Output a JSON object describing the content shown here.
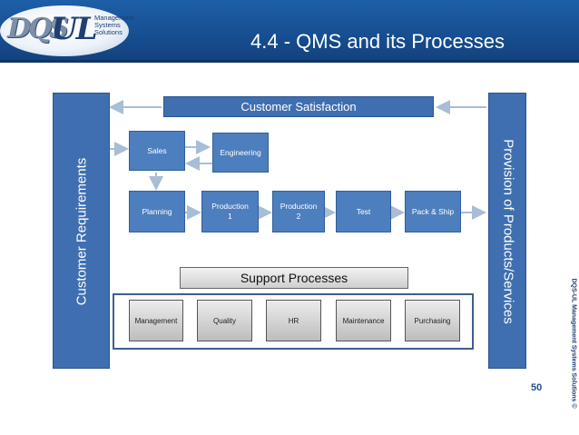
{
  "slide": {
    "title": "4.4 - QMS and its Processes",
    "page_number": "50",
    "copyright": "DQS-UL Management Systems Solutions ©"
  },
  "logo": {
    "mark_dqs": "DQS",
    "mark_ul": "UL",
    "tagline_lines": [
      "Management",
      "Systems",
      "Solutions"
    ]
  },
  "diagram": {
    "customer_requirements": "Customer Requirements",
    "customer_satisfaction": "Customer Satisfaction",
    "provision": "Provision of Products/Services",
    "sales": "Sales",
    "engineering": "Engineering",
    "planning": "Planning",
    "production_1": "Production 1",
    "production_2": "Production 2",
    "test": "Test",
    "pack_ship": "Pack & Ship",
    "support_processes": "Support Processes",
    "support_items": [
      "Management",
      "Quality",
      "HR",
      "Maintenance",
      "Purchasing"
    ]
  },
  "colors": {
    "header_blue": "#1d5fa8",
    "process_blue": "#4d7fbf",
    "arrow_gray": "#a8bdd6"
  }
}
